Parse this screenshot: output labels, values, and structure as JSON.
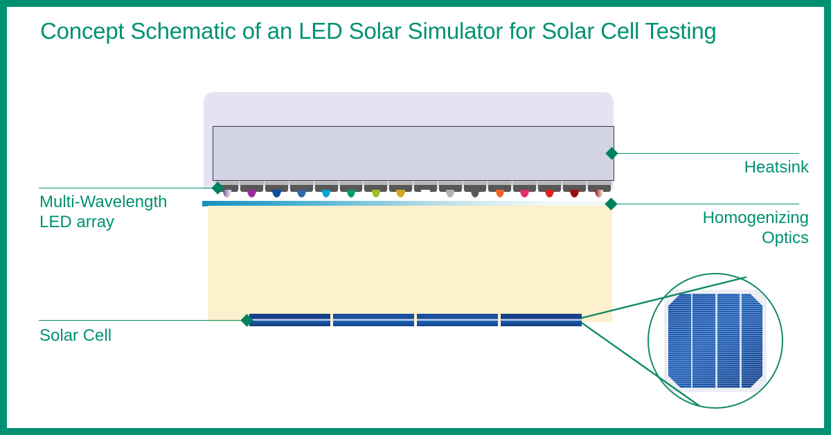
{
  "title": "Concept Schematic of an LED Solar Simulator for Solar Cell Testing",
  "colors": {
    "brand_teal": "#009172",
    "frame": "#009172",
    "housing": "#e3e3f3",
    "heatsink_plate": "#d2d3e4",
    "heatsink_border": "#353551",
    "beam": "#fcf0cd",
    "cell_blue": "#1a4f9c",
    "marker": "#00825f"
  },
  "labels": {
    "heatsink": "Heatsink",
    "homogenizing_optics": "Homogenizing\nOptics",
    "led_array": "Multi-Wavelength\nLED array",
    "solar_cell": "Solar Cell"
  },
  "components": {
    "housing_name": "lamp-housing",
    "heatsink_name": "heatsink-plate",
    "optics_name": "homogenizing-optics-bar",
    "beam_name": "light-beam",
    "cell_name": "solar-cell-strip",
    "magnifier_name": "solar-cell-closeup"
  },
  "led_array": {
    "count": 16,
    "leds": [
      {
        "name": "led-uv",
        "color": "linear-gradient(to right,#6b3f8f,#b9aec6,#efeef2)"
      },
      {
        "name": "led-violet",
        "color": "#9c2a9c"
      },
      {
        "name": "led-deep-blue",
        "color": "#0d4e9e"
      },
      {
        "name": "led-blue",
        "color": "#2f66a8"
      },
      {
        "name": "led-cyan",
        "color": "#00a3d6"
      },
      {
        "name": "led-green",
        "color": "#009a73"
      },
      {
        "name": "led-yellow-green",
        "color": "#9cbf2a"
      },
      {
        "name": "led-amber",
        "color": "#d4a821"
      },
      {
        "name": "led-white",
        "color": "#fdfdfc"
      },
      {
        "name": "led-cool-white",
        "color": "#b3b3b3"
      },
      {
        "name": "led-warm-gray",
        "color": "#5a5a5a"
      },
      {
        "name": "led-orange",
        "color": "#f4642a"
      },
      {
        "name": "led-pink",
        "color": "#e0316f"
      },
      {
        "name": "led-red",
        "color": "#d8231f"
      },
      {
        "name": "led-deep-red",
        "color": "#981014"
      },
      {
        "name": "led-infrared",
        "color": "linear-gradient(to right,#8e1414,#c98a84,#f2efee)"
      }
    ]
  },
  "solar_cell": {
    "segments": 4,
    "busbars": 3
  }
}
